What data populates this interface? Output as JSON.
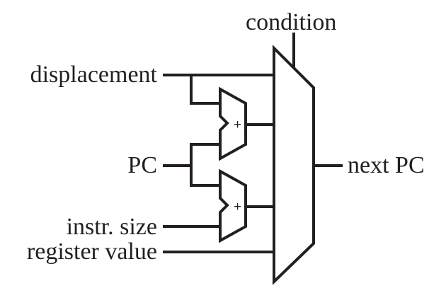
{
  "diagram": {
    "labels": {
      "condition": "condition",
      "displacement": "displacement",
      "pc": "PC",
      "next_pc": "next PC",
      "instr_size": "instr. size",
      "register_value": "register value"
    },
    "adders": [
      {
        "sign": "+"
      },
      {
        "sign": "+"
      }
    ],
    "colors": {
      "line": "#231f20",
      "background": "#ffffff"
    }
  }
}
